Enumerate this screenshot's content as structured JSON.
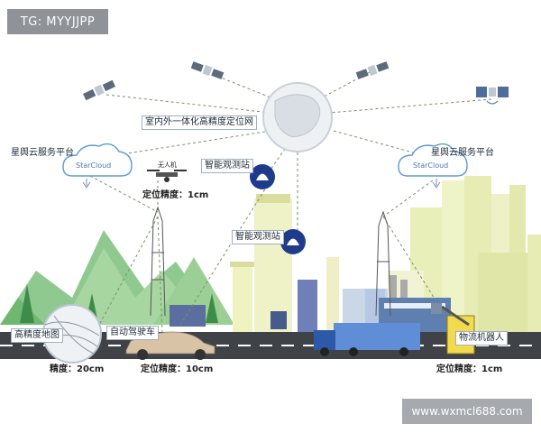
{
  "watermark_top": "TG: MYYJJPP",
  "watermark_bottom": "www.wxmcl688.com",
  "center_label": "室内外一体化高精度定位网",
  "cloud_left": {
    "title": "星舆云服务平台",
    "brand": "StarCloud"
  },
  "cloud_right": {
    "title": "星舆云服务平台",
    "brand": "StarCloud"
  },
  "drone": {
    "label": "无人机",
    "precision": "定位精度：1cm"
  },
  "station_1": "智能观测站",
  "station_2": "智能观测站",
  "hd_map": {
    "label": "高精度地图",
    "precision": "精度：20cm"
  },
  "car": {
    "label": "自动驾驶车",
    "precision": "定位精度：10cm"
  },
  "robot": {
    "label": "物流机器人",
    "precision": "定位精度：1cm"
  },
  "colors": {
    "mountain": "#8fc98f",
    "building": "#e9efb9",
    "road": "#3f4247",
    "station": "#1f3b8c",
    "cloud": "#5b9bd5",
    "dashed": "#6a8a5a"
  }
}
